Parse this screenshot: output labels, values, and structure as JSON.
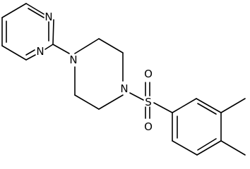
{
  "atoms": {
    "pyrimidine_n_top": "N",
    "pyrimidine_n_bottom": "N",
    "piperazine_n_left": "N",
    "piperazine_n_right": "N",
    "sulfur": "S",
    "oxygen_top": "O",
    "oxygen_bottom": "O"
  },
  "colors": {
    "bond": "#000000",
    "label": "#000000",
    "background": "#ffffff"
  }
}
